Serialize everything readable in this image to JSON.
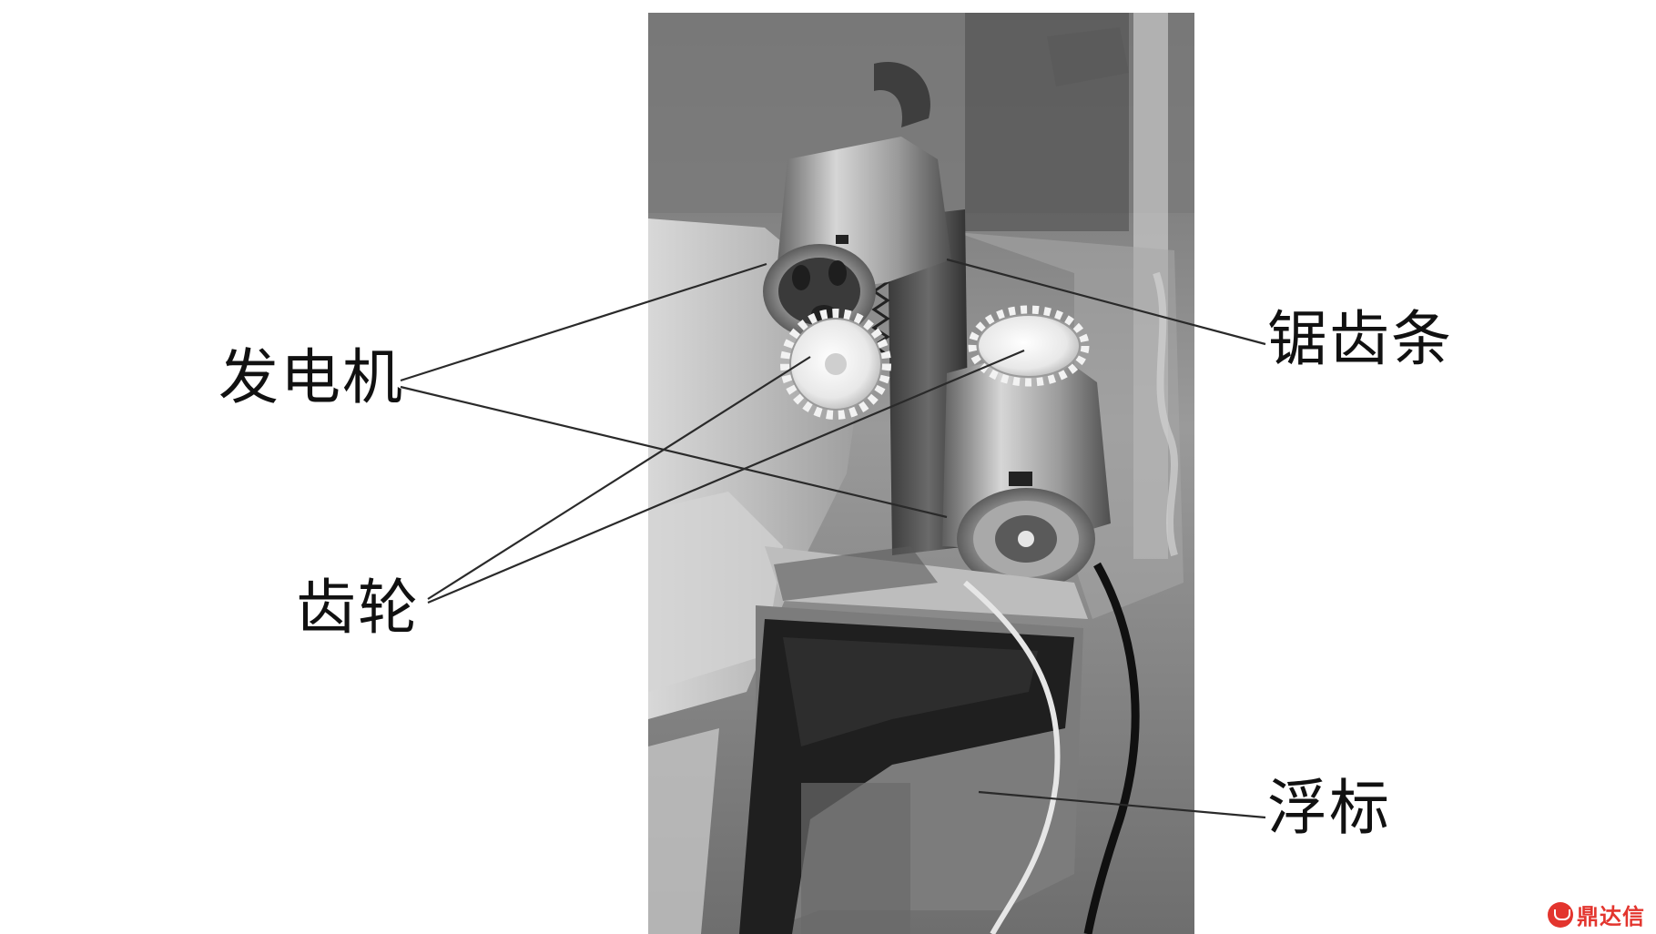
{
  "labels": {
    "generator": "发电机",
    "gear": "齿轮",
    "rack": "锯齿条",
    "buoy": "浮标"
  },
  "watermark": {
    "text": "鼎达信",
    "logo_icon": "dingdaxin-logo-icon",
    "color": "#e3352e"
  },
  "colors": {
    "label_text": "#111111",
    "leader_line": "#2a2a2a",
    "background": "#ffffff"
  }
}
